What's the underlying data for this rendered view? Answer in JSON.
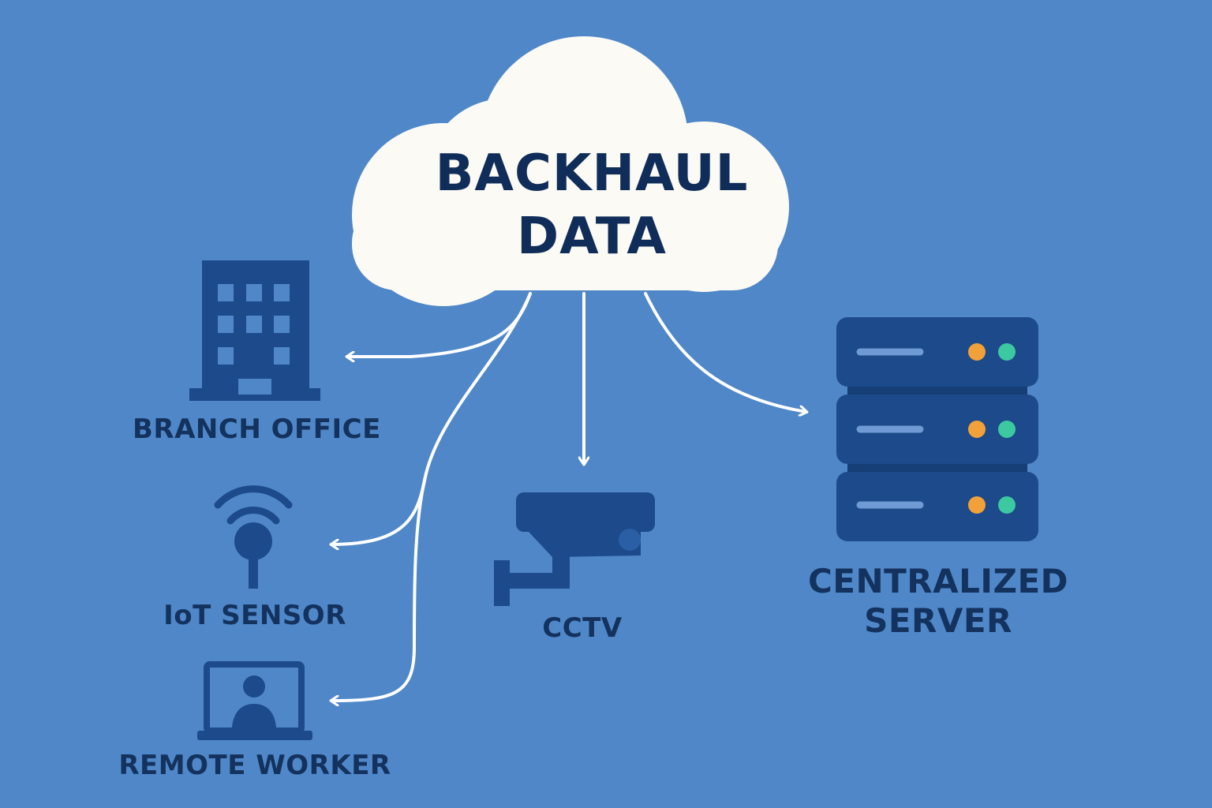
{
  "hub": {
    "line1": "BACKHAUL",
    "line2": "DATA",
    "icon": "cloud-icon"
  },
  "nodes": {
    "branch_office": {
      "label": "BRANCH OFFICE",
      "icon": "building-icon"
    },
    "iot_sensor": {
      "label": "IoT SENSOR",
      "icon": "wireless-sensor-icon"
    },
    "remote_worker": {
      "label": "REMOTE WORKER",
      "icon": "laptop-user-icon"
    },
    "cctv": {
      "label": "CCTV",
      "icon": "security-camera-icon"
    },
    "server": {
      "line1": "CENTRALIZED",
      "line2": "SERVER",
      "icon": "server-rack-icon"
    }
  },
  "colors": {
    "background": "#4f87c8",
    "cloud": "#fbfaf4",
    "icon": "#1c4a8a",
    "label": "#14325e",
    "arrow": "#ffffff",
    "led_orange": "#f2a13a",
    "led_green": "#3cc8a0"
  }
}
